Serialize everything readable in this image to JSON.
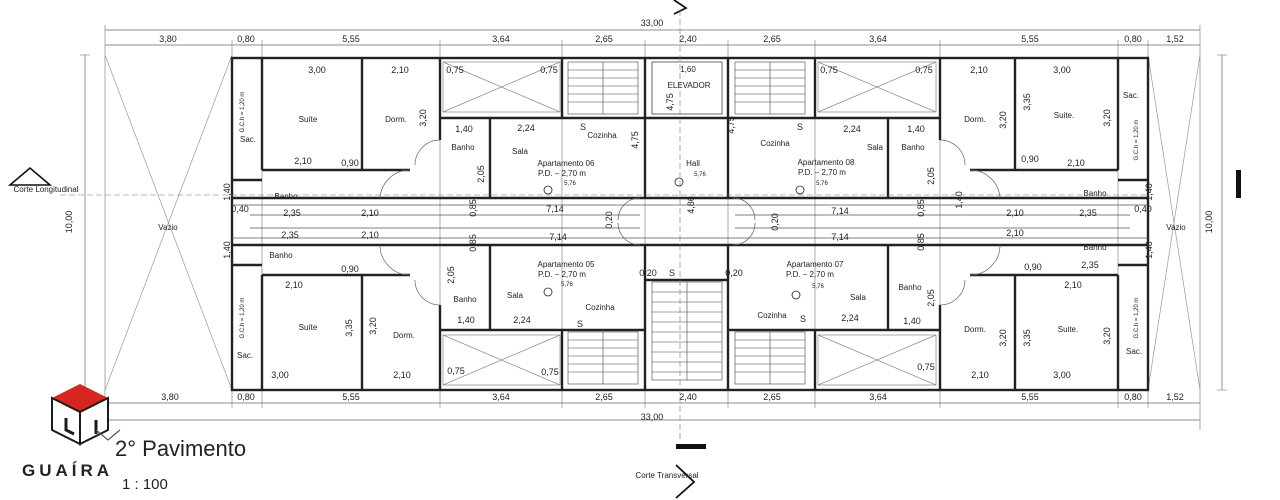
{
  "drawing": {
    "title": "2° Pavimento",
    "scale": "1 : 100",
    "brand": "GUAÍRA",
    "section_longitudinal": "Corte Longitudinal",
    "section_transversal": "Corte Transversal"
  },
  "dimensions": {
    "total_width": "33,00",
    "total_height": "10,00",
    "top_segments": [
      "3,80",
      "0,80",
      "5,55",
      "3,64",
      "2,65",
      "2,40",
      "2,65",
      "3,64",
      "5,55",
      "0,80",
      "1,52"
    ],
    "bottom_segments": [
      "3,80",
      "0,80",
      "5,55",
      "3,64",
      "2,65",
      "2,40",
      "2,65",
      "3,64",
      "5,55",
      "0,80",
      "1,52"
    ]
  },
  "apartments": [
    {
      "name": "Apartamento 06",
      "pd": "P.D. – 2,70 m",
      "level": "5,76"
    },
    {
      "name": "Apartamento 05",
      "pd": "P.D. – 2,70 m",
      "level": "5,76"
    },
    {
      "name": "Apartamento 08",
      "pd": "P.D. – 2,70 m",
      "level": "5,76"
    },
    {
      "name": "Apartamento 07",
      "pd": "P.D. – 2,70 m",
      "level": "5,76"
    }
  ],
  "rooms": {
    "suite": "Suíte",
    "suite_alt": "Suite.",
    "dorm": "Dorm.",
    "sala": "Sala",
    "cozinha": "Cozinha",
    "banho": "Banho",
    "sac": "Sac.",
    "vazio": "Vazio",
    "hall": "Hall",
    "elevador": "ELEVADOR",
    "gc": "G.C.h = 1,20 m",
    "stair": "S"
  },
  "room_dims": {
    "suite_w": "3,00",
    "suite_h": "3,35",
    "dorm_w": "2,10",
    "dorm_h": "3,20",
    "sac_w": "2,10",
    "sac_w2": "0,90",
    "banho_w": "2,35",
    "corr_w": "2,10",
    "corr_h": "1,40",
    "corr_small": "0,40",
    "sala_w": "7,14",
    "wall": "0,20",
    "bath_w": "1,40",
    "bath_h": "2,05",
    "kitchen_w": "2,24",
    "kitchen_h": "4,75",
    "door": "0,85",
    "shaft": "0,75",
    "elev_w": "1,60",
    "hall_h": "4,86",
    "hall_level": "5,76",
    "stairs_w": "0,20"
  }
}
